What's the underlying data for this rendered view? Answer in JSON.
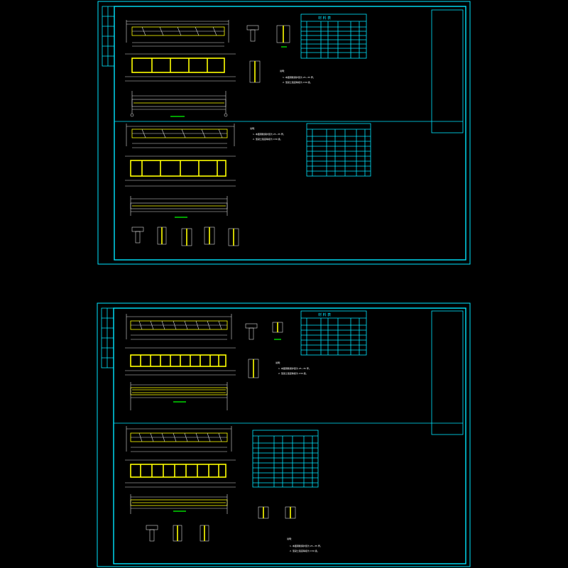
{
  "drawing": {
    "sheets": [
      {
        "table_heading": "材 料 表",
        "notes_title": "说明：",
        "notes": [
          "1. 本图钢筋保护层为 25~35 厚。",
          "2. 混凝土强度等级为 C30 级。"
        ]
      },
      {
        "table_heading": "材 料 表",
        "notes_title": "说明：",
        "notes": [
          "1. 本图钢筋保护层为 25~35 厚。",
          "2. 混凝土强度等级为 C30 级。"
        ]
      }
    ],
    "colors": {
      "background": "#000000",
      "frame": "#00e5ff",
      "rebar": "#ffff00",
      "dimension": "#d8d8d8",
      "label": "#00ff00"
    }
  }
}
